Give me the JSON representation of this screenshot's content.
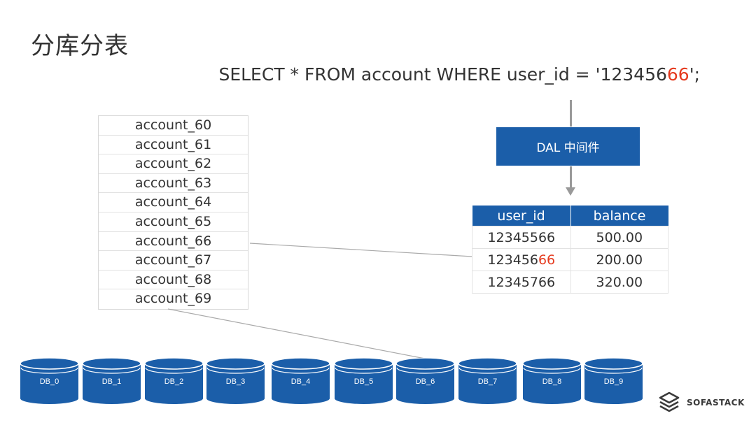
{
  "title": "分库分表",
  "query": {
    "prefix": "SELECT * FROM account WHERE user_id = '123456",
    "highlight": "66",
    "suffix": "';"
  },
  "table_list": [
    "account_60",
    "account_61",
    "account_62",
    "account_63",
    "account_64",
    "account_65",
    "account_66",
    "account_67",
    "account_68",
    "account_69"
  ],
  "middleware": {
    "label": "DAL 中间件"
  },
  "result_table": {
    "headers": [
      "user_id",
      "balance"
    ],
    "rows": [
      {
        "user_id_prefix": "12345566",
        "user_id_highlight": "",
        "balance": "500.00"
      },
      {
        "user_id_prefix": "123456",
        "user_id_highlight": "66",
        "balance": "200.00"
      },
      {
        "user_id_prefix": "12345766",
        "user_id_highlight": "",
        "balance": "320.00"
      }
    ]
  },
  "databases": [
    "DB_0",
    "DB_1",
    "DB_2",
    "DB_3",
    "DB_4",
    "DB_5",
    "DB_6",
    "DB_7",
    "DB_8",
    "DB_9"
  ],
  "brand": {
    "name": "SOFASTACK",
    "icon": "sofastack-logo-icon"
  },
  "colors": {
    "accent": "#1b5ea9",
    "highlight": "#e53a1e",
    "connector": "#aaaaaa"
  }
}
